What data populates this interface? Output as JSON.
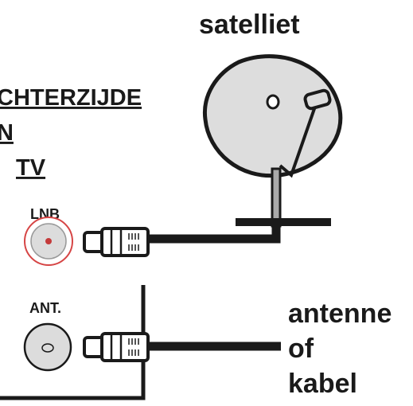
{
  "labels": {
    "satellite": "satelliet",
    "rear_line1": "CHTERZIJDE",
    "rear_line2": "N",
    "rear_line3": "TV",
    "lnb": "LNB",
    "ant": "ANT.",
    "antenna_line1": "antenne",
    "antenna_line2": "of",
    "antenna_line3": "kabel"
  },
  "colors": {
    "ink": "#1a1a1a",
    "lnb_ring": "#d64545",
    "lnb_dot": "#c43a3a",
    "port_fill": "#dcdcdc",
    "connector_fill": "#ffffff"
  }
}
